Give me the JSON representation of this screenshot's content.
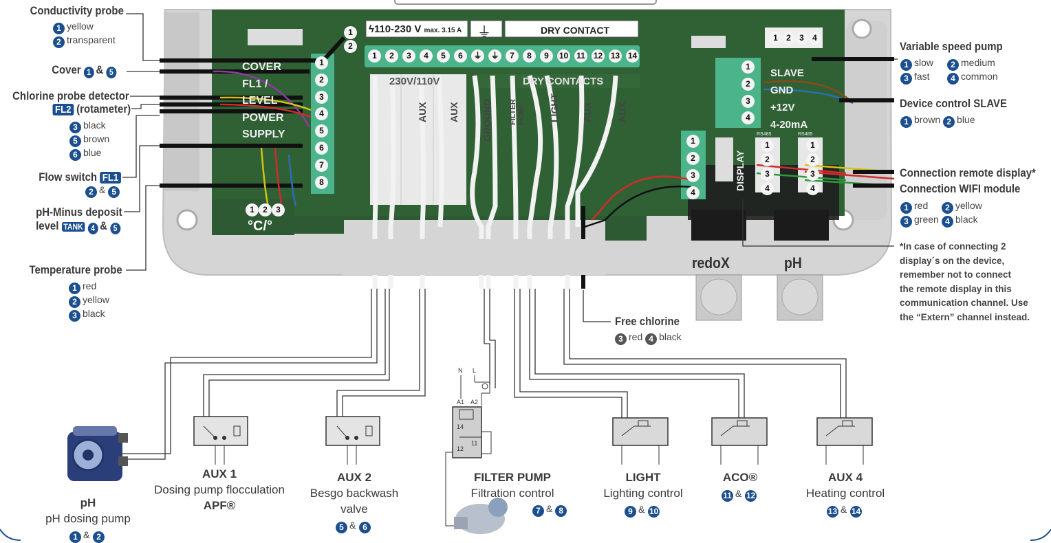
{
  "terminals_top": {
    "voltage": "110-230 V",
    "max": "max. 3.15 A",
    "dry_contact": "DRY CONTACT",
    "numbers": [
      "1",
      "2",
      "3",
      "4",
      "5",
      "6",
      "",
      "",
      "7",
      "8",
      "9",
      "10",
      "11",
      "12",
      "13",
      "14"
    ]
  },
  "pcb": {
    "left_labels": [
      "COVER",
      "FL1 /",
      "LEVEL",
      "POWER",
      "SUPPLY"
    ],
    "left_terminals": [
      "1",
      "2",
      "3",
      "4",
      "5",
      "6",
      "7",
      "8"
    ],
    "right_terminals": [
      "1",
      "2",
      "3",
      "4"
    ],
    "display_terminals": [
      "1",
      "2",
      "3",
      "4"
    ],
    "slave_labels": [
      "SLAVE",
      "GND",
      "+12V",
      "4-20mA"
    ],
    "slave_pins": [
      "1",
      "2",
      "3",
      "4"
    ],
    "top_pins": [
      "1",
      "2"
    ],
    "temp_pins": [
      "1",
      "2",
      "3"
    ],
    "temp_unit": "°C/°",
    "rs485_a": "RS485",
    "rs485_b": "RS485",
    "display_text": "DISPLAY",
    "rs485_pins_a": [
      "1",
      "2",
      "3",
      "4"
    ],
    "rs485_pins_b": [
      "1",
      "2",
      "3",
      "4"
    ],
    "relay_labels": [
      "AUX",
      "AUX",
      "GROUND",
      "FILTER PUMP",
      "LIGHT",
      "AUX",
      "AUX"
    ],
    "relay_header": "230V/110V",
    "dry_header": "DRY CONTACTS",
    "probe_redox": "redoX",
    "probe_ph": "pH"
  },
  "left": {
    "conductivity": {
      "title": "Conductivity probe",
      "items": [
        {
          "n": "1",
          "t": "yellow"
        },
        {
          "n": "2",
          "t": "transparent"
        }
      ]
    },
    "cover": {
      "title": "Cover",
      "a": "1",
      "b": "5"
    },
    "chlorine": {
      "title": "Chlorine probe detector",
      "tag": "FL2",
      "suffix": "(rotameter)",
      "items": [
        {
          "n": "3",
          "t": "black"
        },
        {
          "n": "5",
          "t": "brown"
        },
        {
          "n": "6",
          "t": "blue"
        }
      ]
    },
    "flow": {
      "title": "Flow switch",
      "tag": "FL1",
      "a": "2",
      "b": "5"
    },
    "ph_minus": {
      "title": "pH-Minus deposit",
      "title2": "level",
      "tag": "TANK",
      "a": "4",
      "b": "5"
    },
    "temp": {
      "title": "Temperature probe",
      "items": [
        {
          "n": "1",
          "t": "red"
        },
        {
          "n": "2",
          "t": "yellow"
        },
        {
          "n": "3",
          "t": "black"
        }
      ]
    }
  },
  "right": {
    "pump": {
      "title": "Variable speed pump",
      "items": [
        {
          "n": "1",
          "t": "slow"
        },
        {
          "n": "2",
          "t": "medium"
        },
        {
          "n": "3",
          "t": "fast"
        },
        {
          "n": "4",
          "t": "common"
        }
      ]
    },
    "slave": {
      "title": "Device control SLAVE",
      "items": [
        {
          "n": "1",
          "t": "brown"
        },
        {
          "n": "2",
          "t": "blue"
        }
      ]
    },
    "remote": {
      "title": "Connection remote display*"
    },
    "wifi": {
      "title": "Connection WIFI module",
      "items": [
        {
          "n": "1",
          "t": "red"
        },
        {
          "n": "2",
          "t": "yellow"
        },
        {
          "n": "3",
          "t": "green"
        },
        {
          "n": "4",
          "t": "black"
        }
      ]
    },
    "note": [
      "*In case of connecting 2",
      "display´s on the device,",
      "remember not to connect",
      "the remote display in this",
      "communication channel. Use",
      "the “Extern” channel instead."
    ]
  },
  "free_chlorine": {
    "title": "Free chlorine",
    "items": [
      {
        "n": "3",
        "t": "red"
      },
      {
        "n": "4",
        "t": "black"
      }
    ]
  },
  "bottom": {
    "ph": {
      "title": "pH",
      "line2": "pH dosing pump",
      "a": "1",
      "b": "2"
    },
    "aux1": {
      "title": "AUX 1",
      "line2": "Dosing pump flocculation",
      "line3": "APF®"
    },
    "aux2": {
      "title": "AUX 2",
      "line2": "Besgo backwash",
      "line3": "valve",
      "a": "5",
      "b": "6"
    },
    "filter": {
      "title": "FILTER PUMP",
      "line2": "Filtration control",
      "a": "7",
      "b": "8"
    },
    "light": {
      "title": "LIGHT",
      "line2": "Lighting control",
      "a": "9",
      "b": "10"
    },
    "aco": {
      "title": "ACO®",
      "a": "11",
      "b": "12"
    },
    "aux4": {
      "title": "AUX 4",
      "line2": "Heating control",
      "a": "13",
      "b": "14"
    }
  },
  "relay": {
    "n": "N",
    "l": "L",
    "a1": "A1",
    "a2": "A2",
    "p14": "14",
    "p11": "11",
    "p12": "12"
  },
  "amp": "&"
}
